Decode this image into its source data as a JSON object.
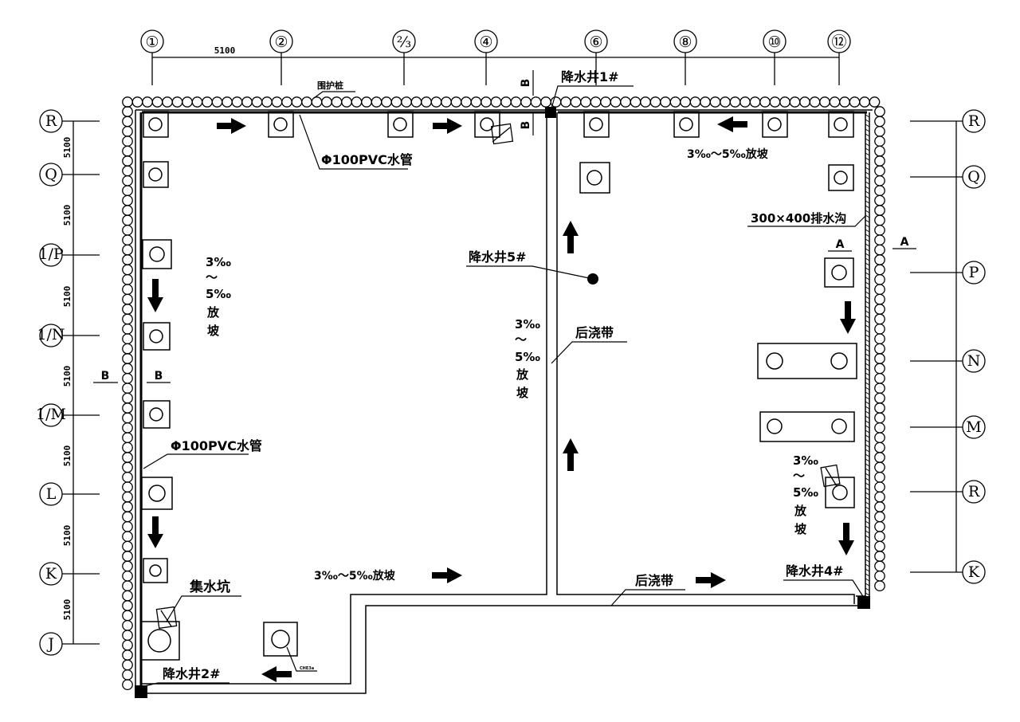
{
  "axes": {
    "top": [
      "①",
      "②",
      "⅔",
      "④",
      "⑥",
      "⑧",
      "⑩",
      "⑫"
    ],
    "left": [
      "R",
      "Q",
      "1/P",
      "1/N",
      "1/M",
      "L",
      "K",
      "J"
    ],
    "right": [
      "R",
      "Q",
      "P",
      "N",
      "M",
      "R",
      "K"
    ]
  },
  "dims": {
    "top_span": "5100",
    "left_spans": [
      "5100",
      "5100",
      "5100",
      "5100",
      "5100",
      "5100",
      "5100"
    ]
  },
  "labels": {
    "pile_wall": "围护桩",
    "pvc_top": "Φ100PVC水管",
    "pvc_left": "Φ100PVC水管",
    "well_1": "降水井1#",
    "well_2": "降水井2#",
    "well_4": "降水井4#",
    "well_5": "降水井5#",
    "ditch": "300×400排水沟",
    "sump": "集水坑",
    "post_band_1": "后浇带",
    "post_band_2": "后浇带",
    "slope_top_right": "3‰～5‰放坡",
    "slope_bottom": "3‰～5‰放坡",
    "slope_v_left": [
      "3‰",
      "～",
      "5‰",
      "放",
      "坡"
    ],
    "slope_v_mid": [
      "3‰",
      "～",
      "5‰",
      "放",
      "坡"
    ],
    "slope_v_right": [
      "3‰",
      "～",
      "5‰",
      "放",
      "坡"
    ],
    "section_B": "B",
    "section_A": "A",
    "tiny_note": "CHE3a"
  }
}
